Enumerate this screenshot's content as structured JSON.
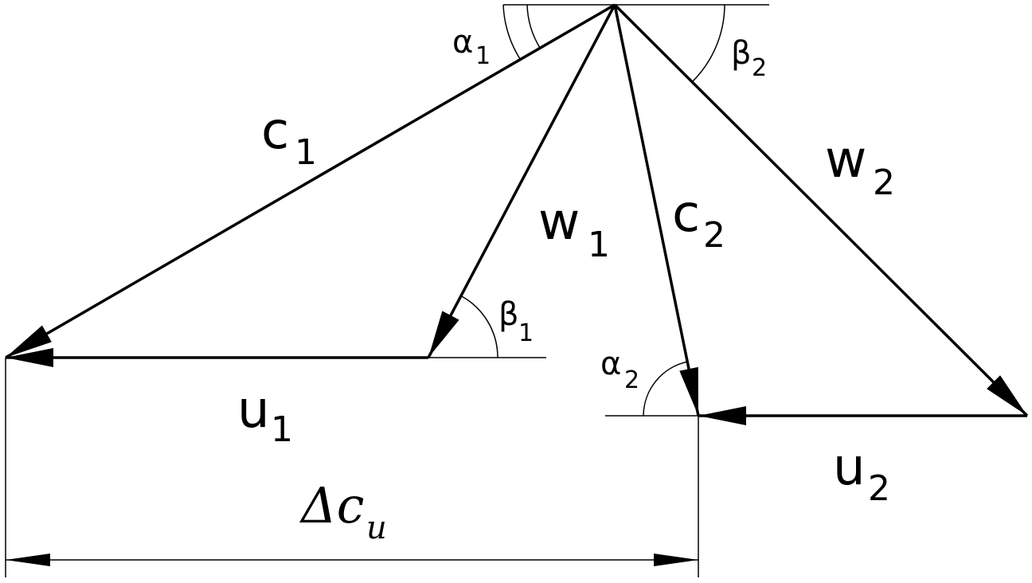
{
  "diagram": {
    "vectors": {
      "c1": {
        "letter": "c",
        "index": "1"
      },
      "w1": {
        "letter": "w",
        "index": "1"
      },
      "u1": {
        "letter": "u",
        "index": "1"
      },
      "c2": {
        "letter": "c",
        "index": "2"
      },
      "w2": {
        "letter": "w",
        "index": "2"
      },
      "u2": {
        "letter": "u",
        "index": "2"
      }
    },
    "angles": {
      "alpha1": {
        "letter": "α",
        "index": "1"
      },
      "beta1": {
        "letter": "β",
        "index": "1"
      },
      "alpha2": {
        "letter": "α",
        "index": "2"
      },
      "beta2": {
        "letter": "β",
        "index": "2"
      }
    },
    "dimension": {
      "letter": "Δc",
      "index": "u"
    },
    "colors": {
      "ink": "#000000",
      "background": "#ffffff"
    }
  }
}
